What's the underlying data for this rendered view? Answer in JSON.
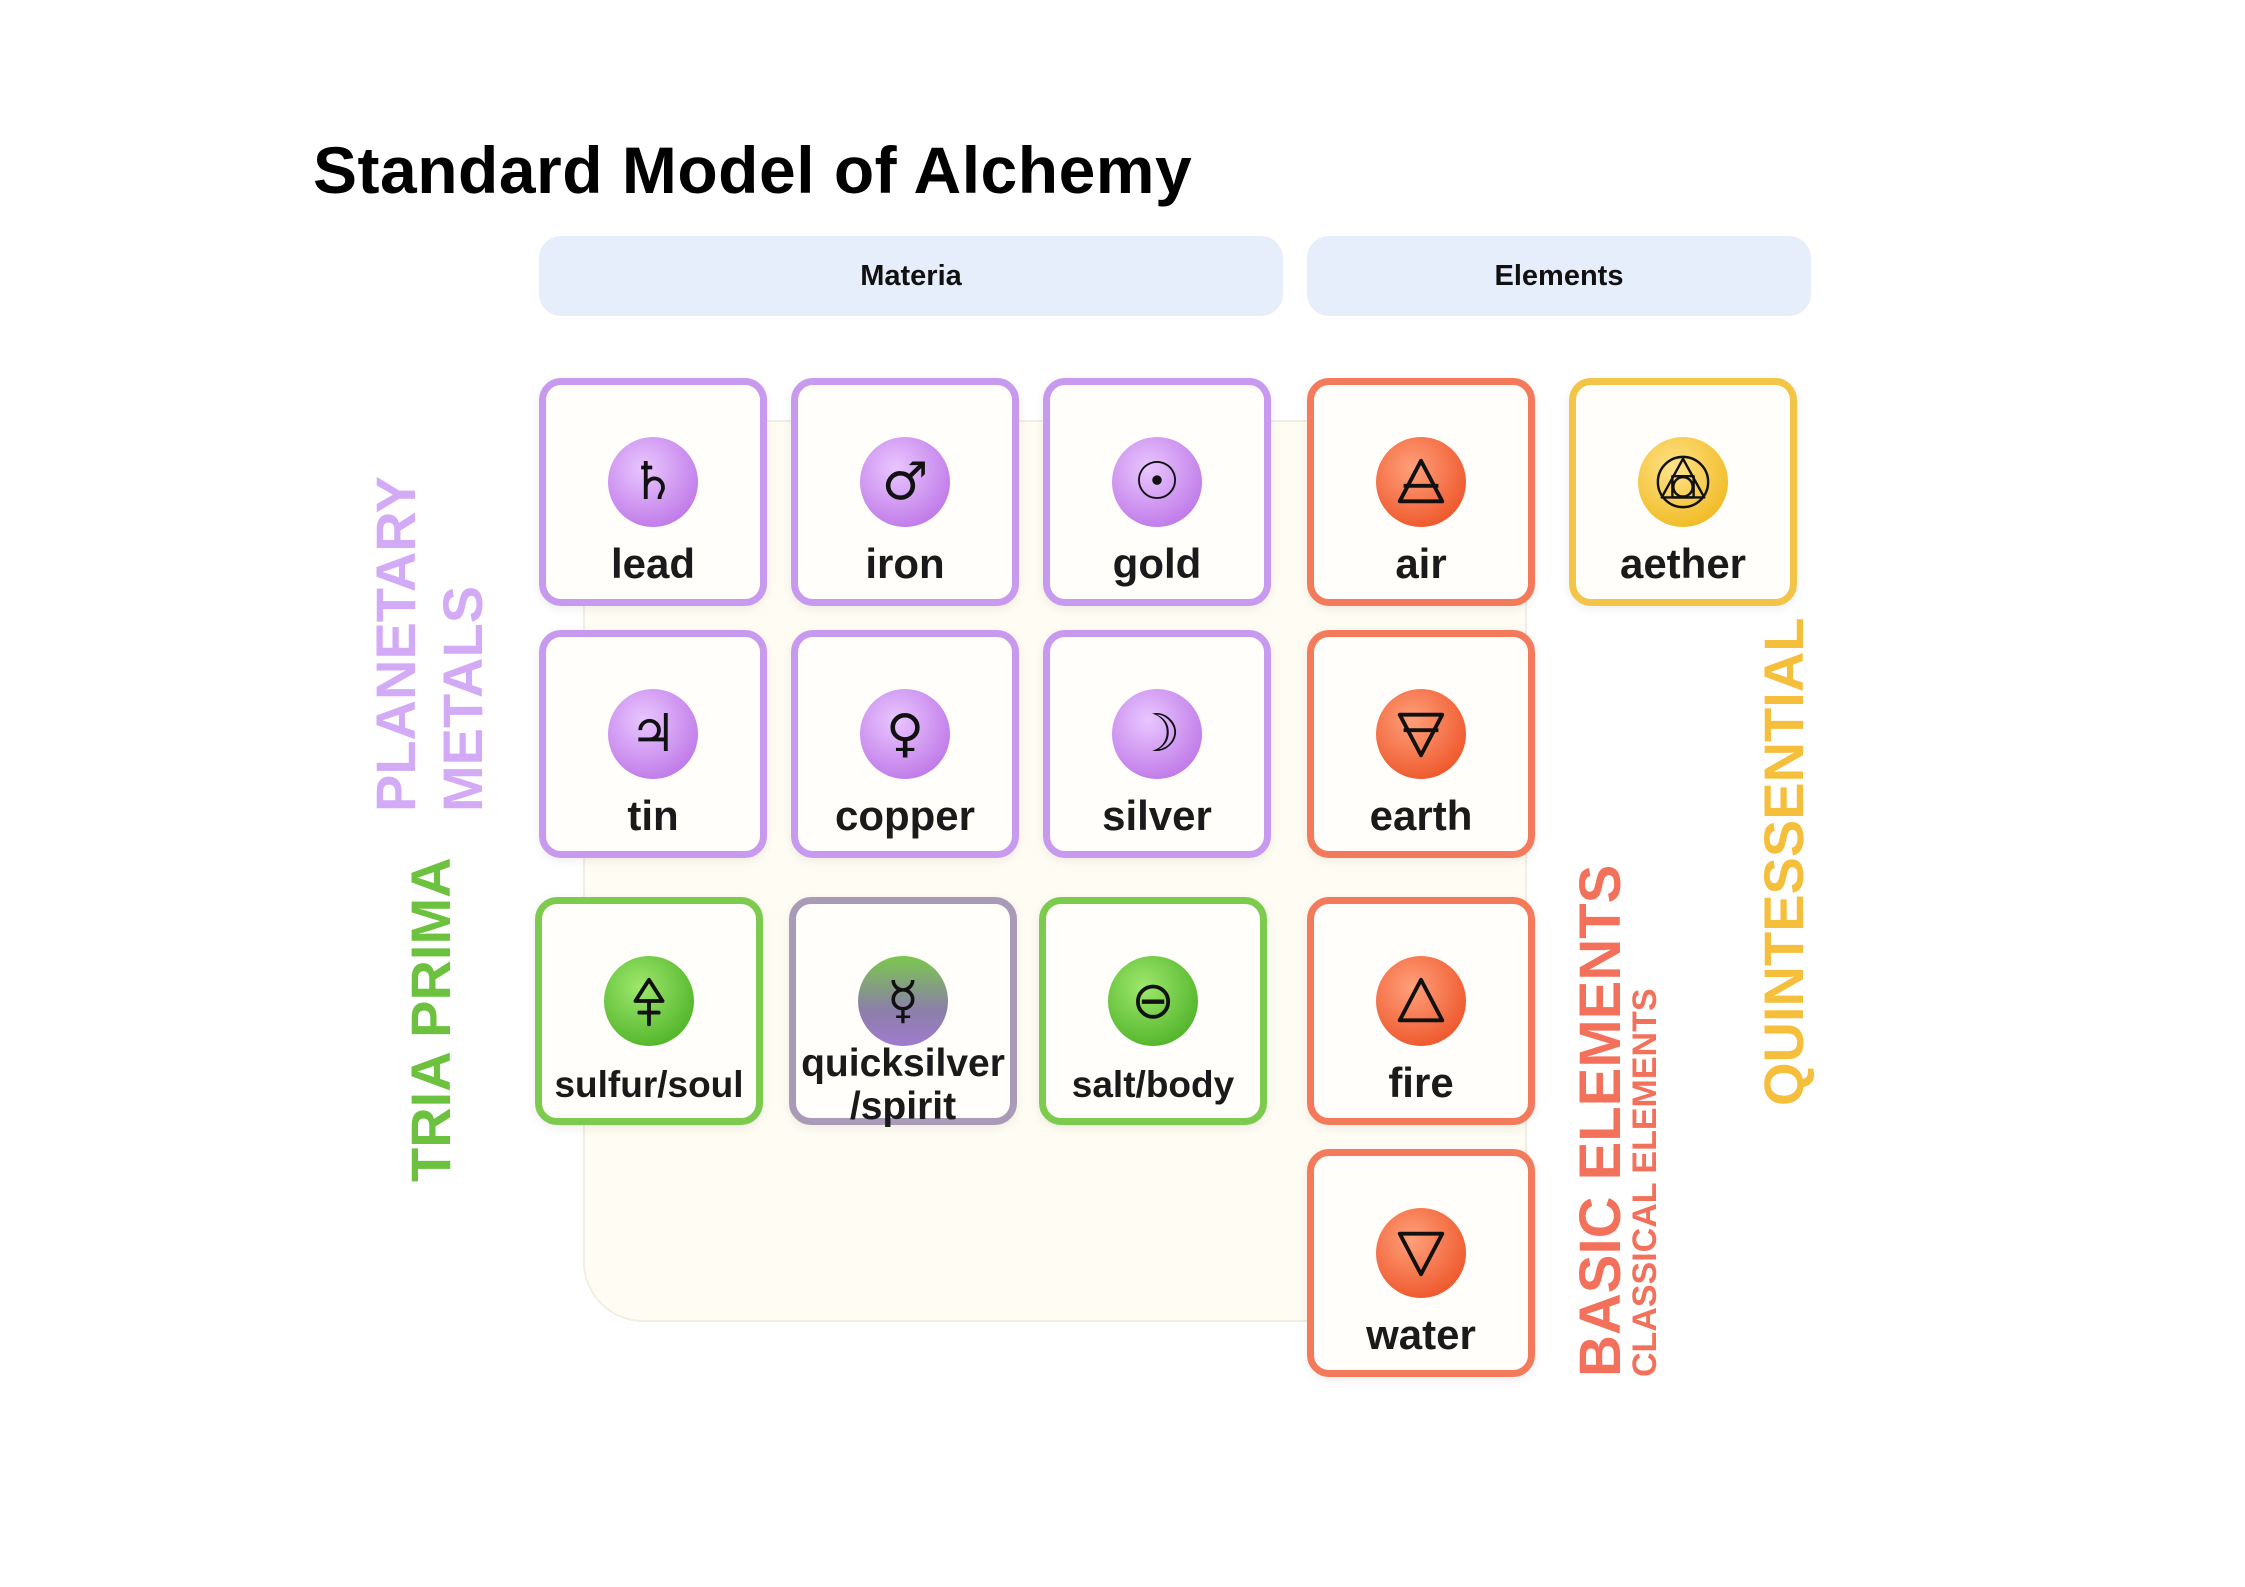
{
  "title": "Standard Model of Alchemy",
  "headers": {
    "materia": "Materia",
    "elements": "Elements"
  },
  "materia": {
    "planetary_metals": [
      {
        "name": "lead",
        "symbol": "♄"
      },
      {
        "name": "iron",
        "symbol": "♂"
      },
      {
        "name": "gold",
        "symbol": "☉"
      },
      {
        "name": "tin",
        "symbol": "♃"
      },
      {
        "name": "copper",
        "symbol": "♀"
      },
      {
        "name": "silver",
        "symbol": "☽"
      }
    ],
    "tria_prima": [
      {
        "name": "sulfur/soul",
        "symbol": "🜍"
      },
      {
        "name_line1": "quicksilver",
        "name_line2": "/spirit",
        "symbol": "☿"
      },
      {
        "name": "salt/body",
        "symbol": "⊖"
      }
    ]
  },
  "elements": {
    "basic": [
      {
        "name": "air",
        "symbol": "🜁"
      },
      {
        "name": "earth",
        "symbol": "🜃"
      },
      {
        "name": "fire",
        "symbol": "🜂"
      },
      {
        "name": "water",
        "symbol": "🜄"
      }
    ],
    "quintessential": [
      {
        "name": "aether",
        "symbol": "aether-symbol"
      }
    ]
  },
  "group_labels": {
    "planetary": "PLANETARY",
    "metals": "METALS",
    "tria_prima": "TRIA PRIMA",
    "basic_elements": "BASIC ELEMENTS",
    "classical_elements": "CLASSICAL ELEMENTS",
    "quintessential": "QUINTESSENTIAL"
  },
  "colors": {
    "planetary_metals": "#c79af0",
    "tria_prima": "#7ccb4f",
    "basic_elements": "#f37b5c",
    "quintessential": "#f2c548",
    "header_bg": "#e6eefb"
  }
}
